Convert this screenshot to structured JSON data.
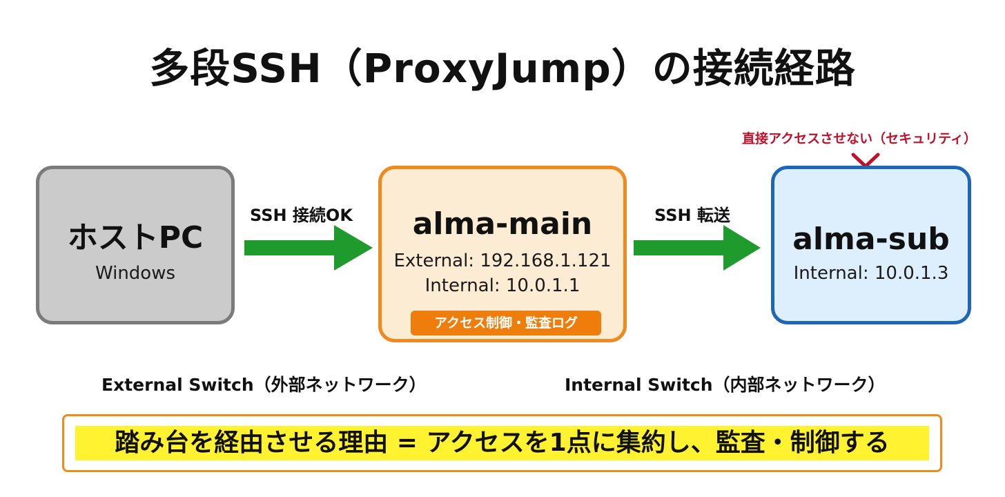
{
  "title": "多段SSH（ProxyJump）の接続経路",
  "nodes": {
    "host": {
      "name": "ホストPC",
      "os": "Windows"
    },
    "main": {
      "name": "alma-main",
      "external_ip": "External: 192.168.1.121",
      "internal_ip": "Internal: 10.0.1.1",
      "badge": "アクセス制御・監査ログ"
    },
    "sub": {
      "name": "alma-sub",
      "internal_ip": "Internal: 10.0.1.3"
    }
  },
  "arrows": {
    "host_to_main": "SSH 接続OK",
    "main_to_sub": "SSH 転送"
  },
  "warning": "直接アクセスさせない（セキュリティ）",
  "switches": {
    "external": "External Switch（外部ネットワーク）",
    "internal": "Internal Switch（内部ネットワーク）"
  },
  "footer": "踏み台を経由させる理由 = アクセスを1点に集約し、監査・制御する",
  "colors": {
    "host_fill": "#cbcbcb",
    "host_border": "#7b7b7b",
    "main_fill": "#fdecd4",
    "main_border": "#f08a1c",
    "sub_fill": "#ddeefc",
    "sub_border": "#1f66b5",
    "arrow": "#1f9a2c",
    "warning": "#c0102a",
    "highlight": "#fff231"
  }
}
